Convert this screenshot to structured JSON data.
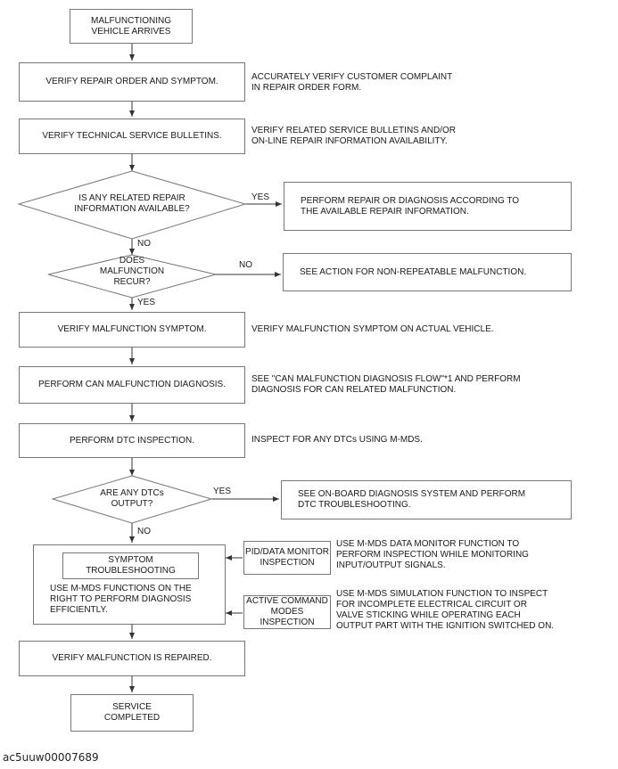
{
  "flowchart": {
    "start": "MALFUNCTIONING\nVEHICLE ARRIVES",
    "verify_repair_order": {
      "box": "VERIFY REPAIR ORDER AND SYMPTOM.",
      "note": "ACCURATELY VERIFY CUSTOMER COMPLAINT\nIN REPAIR ORDER FORM."
    },
    "verify_bulletins": {
      "box": "VERIFY TECHNICAL SERVICE BULLETINS.",
      "note": "VERIFY RELATED SERVICE BULLETINS AND/OR\nON-LINE REPAIR INFORMATION AVAILABILITY."
    },
    "decision_repair_info": {
      "question": "IS ANY RELATED REPAIR\nINFORMATION AVAILABLE?",
      "yes_label": "YES",
      "no_label": "NO",
      "yes_action": "PERFORM REPAIR OR DIAGNOSIS ACCORDING TO\nTHE AVAILABLE REPAIR INFORMATION."
    },
    "decision_recur": {
      "question": "DOES\nMALFUNCTION\nRECUR?",
      "no_label": "NO",
      "yes_label": "YES",
      "no_action": "SEE ACTION FOR NON-REPEATABLE MALFUNCTION."
    },
    "verify_symptom": {
      "box": "VERIFY MALFUNCTION SYMPTOM.",
      "note": "VERIFY MALFUNCTION SYMPTOM ON ACTUAL VEHICLE."
    },
    "can_diagnosis": {
      "box": "PERFORM CAN MALFUNCTION DIAGNOSIS.",
      "note": "SEE \"CAN MALFUNCTION DIAGNOSIS FLOW\"*1 AND PERFORM\nDIAGNOSIS FOR CAN RELATED MALFUNCTION."
    },
    "dtc_inspection": {
      "box": "PERFORM DTC INSPECTION.",
      "note": "INSPECT FOR ANY DTCs USING M-MDS."
    },
    "decision_dtc": {
      "question": "ARE ANY DTCs\nOUTPUT?",
      "yes_label": "YES",
      "no_label": "NO",
      "yes_action": "SEE ON-BOARD DIAGNOSIS SYSTEM AND PERFORM\nDTC TROUBLESHOOTING."
    },
    "symptom_troubleshooting": {
      "title": "SYMPTOM\nTROUBLESHOOTING",
      "body": "USE M-MDS FUNCTIONS ON THE\nRIGHT TO PERFORM DIAGNOSIS\nEFFICIENTLY."
    },
    "pid_monitor": {
      "box": "PID/DATA MONITOR\nINSPECTION",
      "note": "USE M-MDS DATA MONITOR FUNCTION TO\nPERFORM INSPECTION WHILE MONITORING\nINPUT/OUTPUT SIGNALS."
    },
    "active_command": {
      "box": "ACTIVE COMMAND\nMODES INSPECTION",
      "note": "USE M-MDS SIMULATION FUNCTION TO INSPECT\nFOR INCOMPLETE ELECTRICAL CIRCUIT OR\nVALVE STICKING WHILE OPERATING EACH\nOUTPUT PART WITH THE IGNITION SWITCHED ON."
    },
    "verify_repaired": "VERIFY MALFUNCTION IS REPAIRED.",
    "end": "SERVICE\nCOMPLETED"
  },
  "image_tag": "ac5uuw00007689",
  "colors": {
    "line": "#333333",
    "border": "#777777"
  }
}
